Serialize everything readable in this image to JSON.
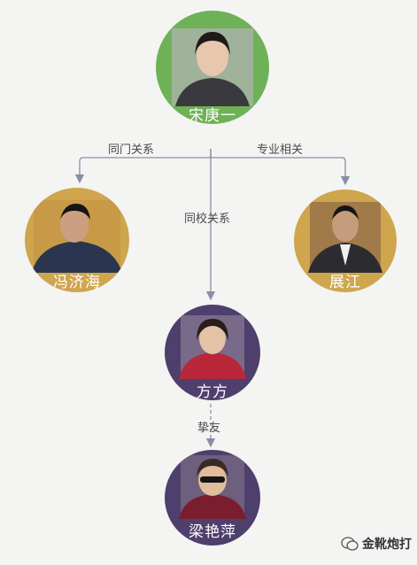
{
  "nodes": {
    "song": {
      "name": "宋庚一",
      "color": "#6eb156"
    },
    "feng": {
      "name": "冯济海",
      "color": "#cfa54e"
    },
    "zhan": {
      "name": "展江",
      "color": "#cfa54e"
    },
    "fang": {
      "name": "方方",
      "color": "#4e3f6c"
    },
    "liang": {
      "name": "梁艳萍",
      "color": "#4e3f6c"
    }
  },
  "edges": {
    "tongmen": {
      "label": "同门关系"
    },
    "zhuanye": {
      "label": "专业相关"
    },
    "tongxiao": {
      "label": "同校关系"
    },
    "zhiyou": {
      "label": "挚友"
    }
  },
  "watermark": {
    "text": "金靴炮打",
    "icon": "wechat-icon"
  },
  "colors": {
    "line": "#8a8ea4",
    "background": "#f4f4f3"
  }
}
